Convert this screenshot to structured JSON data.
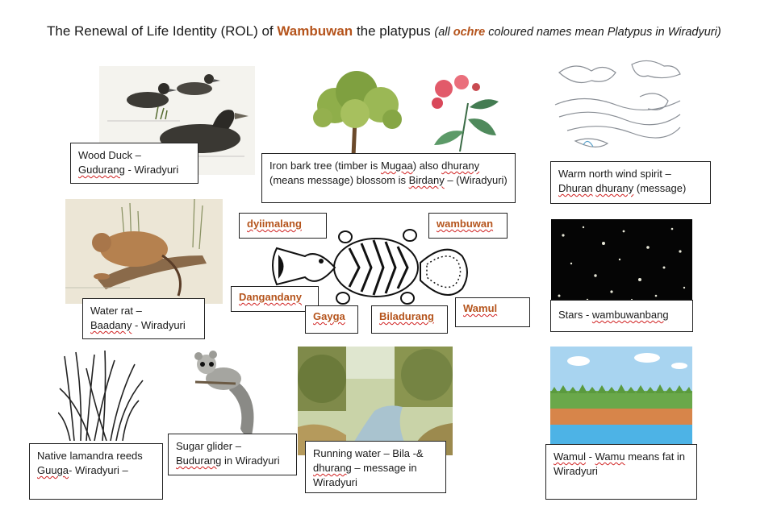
{
  "title": {
    "prefix": "The Renewal of Life Identity (ROL) of",
    "highlight": "Wambuwan",
    "suffix": "the platypus",
    "note_open": "(all",
    "note_highlight": "ochre",
    "note_rest": "coloured names mean Platypus in Wiradyuri)"
  },
  "colors": {
    "ochre": "#b5541c",
    "spell_underline": "#d02020"
  },
  "captions": {
    "wood_duck": {
      "line1": "Wood Duck –",
      "word": "Gudurang",
      "rest": " - Wiradyuri"
    },
    "iron_bark": {
      "a": "Iron bark tree (timber is ",
      "w1": "Mugaa",
      "b": ") also ",
      "w2": "dhurany",
      "c": " (means message) blossom is ",
      "w3": "Birdany",
      "d": " – (Wiradyuri)"
    },
    "north_wind": {
      "line1": "Warm north wind spirit –",
      "w1": "Dhuran",
      "sp": " ",
      "w2": "dhurany",
      "rest": " (message)"
    },
    "water_rat": {
      "line1": "Water rat –",
      "word": "Baadany",
      "rest": " - Wiradyuri"
    },
    "stars": {
      "pre": "Stars - ",
      "word": "wambuwanbang"
    },
    "reeds": {
      "line1": "Native lamandra reeds",
      "word": "Guuga",
      "rest": "- Wiradyuri –"
    },
    "glider": {
      "line1": "Sugar glider –",
      "word": "Budurang",
      "rest": " in Wiradyuri"
    },
    "running_water": {
      "a": "Running water – Bila -& ",
      "word": "dhurang",
      "b": " – message in Wiradyuri"
    },
    "wamul": {
      "word1": "Wamul",
      "mid": " - ",
      "word2": "Wamu",
      "rest": " means fat in Wiradyuri"
    }
  },
  "platypus_names": {
    "dyiimalang": "dyiimalang",
    "wambuwan": "wambuwan",
    "dangandany": "Dangandany",
    "gayga": "Gayga",
    "biladurang": "Biladurang",
    "wamul": "Wamul"
  }
}
